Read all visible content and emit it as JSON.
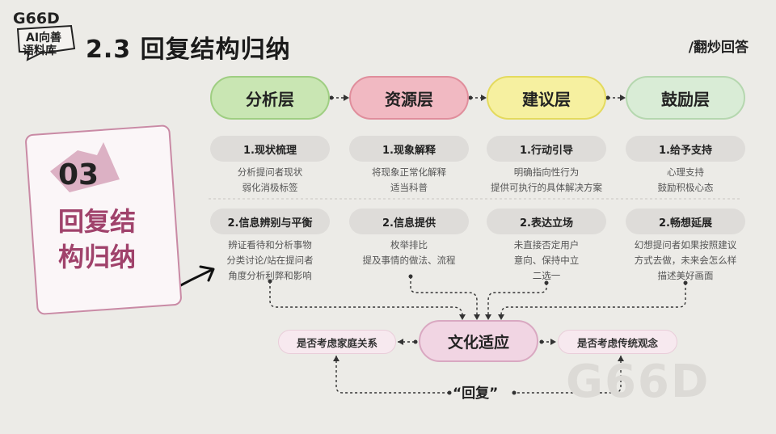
{
  "logo": {
    "line1": "G66D",
    "line2": "AI向善",
    "line3": "语料库"
  },
  "title": "2.3 回复结构归纳",
  "brand": "/翻炒回答",
  "side_card": {
    "number": "03",
    "line1": "回复结",
    "line2": "构归纳"
  },
  "layers": [
    {
      "label": "分析层",
      "color": "#c9e6b3",
      "items": [
        {
          "heading": "1.现状梳理",
          "lines": [
            "分析提问者现状",
            "弱化消极标签"
          ]
        },
        {
          "heading": "2.信息辨别与平衡",
          "lines": [
            "辨证看待和分析事物",
            "分类讨论/站在提问者",
            "角度分析利弊和影响"
          ]
        }
      ]
    },
    {
      "label": "资源层",
      "color": "#f1b9c2",
      "items": [
        {
          "heading": "1.现象解释",
          "lines": [
            "将现象正常化解释",
            "适当科普"
          ]
        },
        {
          "heading": "2.信息提供",
          "lines": [
            "枚举排比",
            "提及事情的做法、流程"
          ]
        }
      ]
    },
    {
      "label": "建议层",
      "color": "#f6f0a0",
      "items": [
        {
          "heading": "1.行动引导",
          "lines": [
            "明确指向性行为",
            "提供可执行的具体解决方案"
          ]
        },
        {
          "heading": "2.表达立场",
          "lines": [
            "未直接否定用户",
            "意向、保持中立",
            "二选一"
          ]
        }
      ]
    },
    {
      "label": "鼓励层",
      "color": "#d9ecd6",
      "items": [
        {
          "heading": "1.给予支持",
          "lines": [
            "心理支持",
            "鼓励积极心态"
          ]
        },
        {
          "heading": "2.畅想延展",
          "lines": [
            "幻想提问者如果按照建议",
            "方式去做，未来会怎么样",
            "描述美好画面"
          ]
        }
      ]
    }
  ],
  "culture": {
    "center": "文化适应",
    "left": "是否考虑家庭关系",
    "right": "是否考虑传统观念"
  },
  "reply_label": "“回复”",
  "watermark": "G66D"
}
